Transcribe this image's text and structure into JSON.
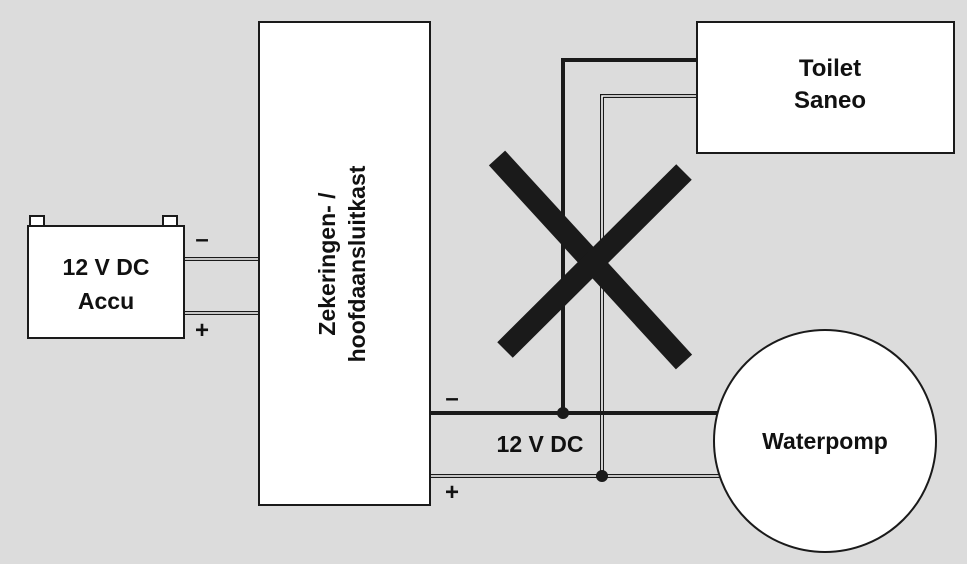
{
  "colors": {
    "background": "#dcdcdc",
    "box_fill": "#ffffff",
    "line": "#1a1a1a"
  },
  "battery": {
    "line1": "12 V DC",
    "line2": "Accu",
    "minus_sign": "–",
    "plus_sign": "+"
  },
  "fuse_box": {
    "line1": "Zekeringen- /",
    "line2": "hoofdaansluitkast"
  },
  "output": {
    "minus_sign": "–",
    "plus_sign": "+",
    "voltage_label": "12 V DC"
  },
  "toilet": {
    "line1": "Toilet",
    "line2": "Saneo"
  },
  "pump": {
    "label": "Waterpomp"
  },
  "cross_mark": {
    "icon": "cross-icon"
  }
}
